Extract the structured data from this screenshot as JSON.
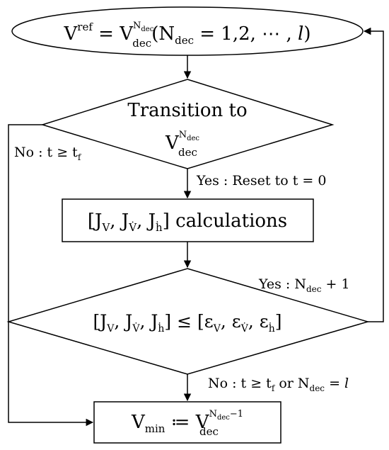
{
  "start": {
    "V": "V",
    "ref": "ref",
    "eq": " = V",
    "sup_ndec": "N",
    "sup_dec_sub": "dec",
    "dec": "dec",
    "paren_open": "(N",
    "ndec_sub": "dec",
    "range": " = 1,2, ⋯ , ",
    "l": "l",
    "paren_close": ")"
  },
  "decision1": {
    "line1": "Transition to",
    "V": "V",
    "sup_N": "N",
    "sup_dec": "dec",
    "dec": "dec"
  },
  "calc": {
    "open": "[J",
    "sub_V": "V",
    "comma1": ", J",
    "sub_Vdot": "V̇",
    "comma2": ", J",
    "sub_hdot": "ḣ",
    "close": "]",
    "text": " calculations"
  },
  "decision2": {
    "open": "[J",
    "sub_V": "V",
    "comma1": ", J",
    "sub_Vdot": "V̇",
    "comma2": ", J",
    "sub_hdot": "ḣ",
    "close": "]",
    "leq": " ≤ ",
    "open2": "[ε",
    "esub_V": "V",
    "ecomma1": ", ε",
    "esub_Vdot": "V̇",
    "ecomma2": ", ε",
    "esub_hdot": "ḣ",
    "close2": "]"
  },
  "end": {
    "V": "V",
    "min": "min",
    "assign": " ≔ V",
    "sup": "N",
    "sup_dec": "dec",
    "sup_minus": "−1",
    "dec": "dec"
  },
  "edges": {
    "no_left": "No : t ≥ t",
    "no_left_sub": "f",
    "yes_reset": "Yes : Reset to t = 0",
    "yes_n": "Yes : N",
    "yes_n_sub": "dec",
    "yes_n_tail": "  + 1",
    "no_bottom": "No : t ≥ t",
    "no_bottom_sub": "f",
    "no_bottom_mid": " or N",
    "no_bottom_sub2": "dec",
    "no_bottom_tail": " = ",
    "no_bottom_l": "l"
  }
}
